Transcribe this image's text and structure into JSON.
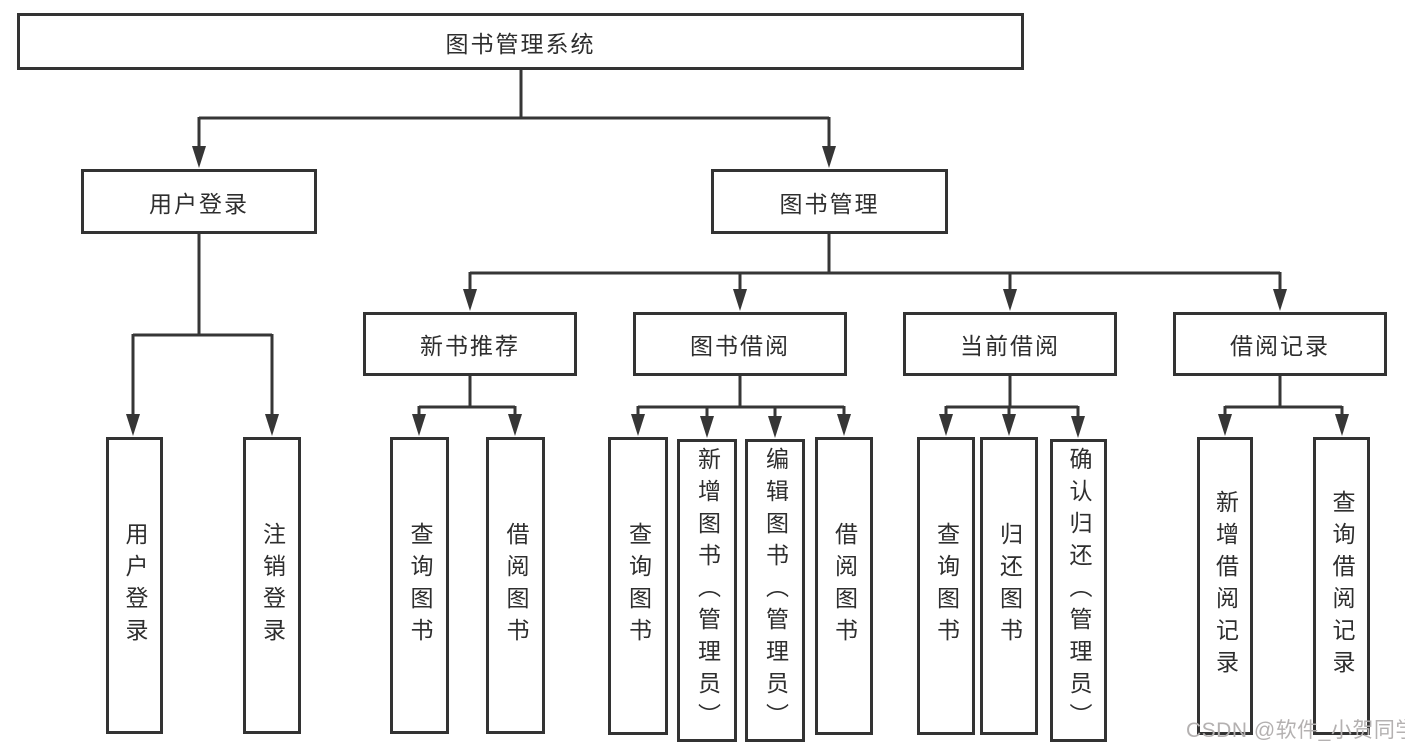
{
  "diagram_title": "图书管理系统",
  "watermark": "CSDN @软件_小贺同学",
  "tree": {
    "root": {
      "label": "图书管理系统"
    },
    "branches": [
      {
        "label": "用户登录",
        "children": [
          {
            "label": "用户登录"
          },
          {
            "label": "注销登录"
          }
        ]
      },
      {
        "label": "图书管理",
        "children": [
          {
            "label": "新书推荐",
            "children": [
              {
                "label": "查询图书"
              },
              {
                "label": "借阅图书"
              }
            ]
          },
          {
            "label": "图书借阅",
            "children": [
              {
                "label": "查询图书"
              },
              {
                "label": "新增图书（管理员）"
              },
              {
                "label": "编辑图书（管理员）"
              },
              {
                "label": "借阅图书"
              }
            ]
          },
          {
            "label": "当前借阅",
            "children": [
              {
                "label": "查询图书"
              },
              {
                "label": "归还图书"
              },
              {
                "label": "确认归还（管理员）"
              }
            ]
          },
          {
            "label": "借阅记录",
            "children": [
              {
                "label": "新增借阅记录"
              },
              {
                "label": "查询借阅记录"
              }
            ]
          }
        ]
      }
    ]
  }
}
